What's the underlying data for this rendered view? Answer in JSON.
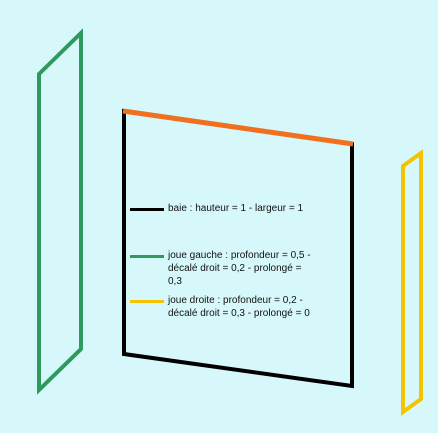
{
  "legend": {
    "baie": {
      "text": "baie : hauteur = 1 - largeur = 1",
      "color": "#000000"
    },
    "joue_gauche": {
      "line1": "joue gauche : profondeur = 0,5 -",
      "line2": "décalé droit = 0,2 - prolongé =",
      "line3": "0,3",
      "color": "#2e9a5e"
    },
    "joue_droite": {
      "line1": "joue droite : profondeur = 0,2 -",
      "line2": "décalé droit = 0,3 - prolongé = 0",
      "color": "#f5c400"
    }
  },
  "colors": {
    "background": "#d6f8fb",
    "top_edge": "#f07020",
    "baie": "#000000",
    "joue_gauche": "#2e9a5e",
    "joue_droite": "#f5c400"
  }
}
